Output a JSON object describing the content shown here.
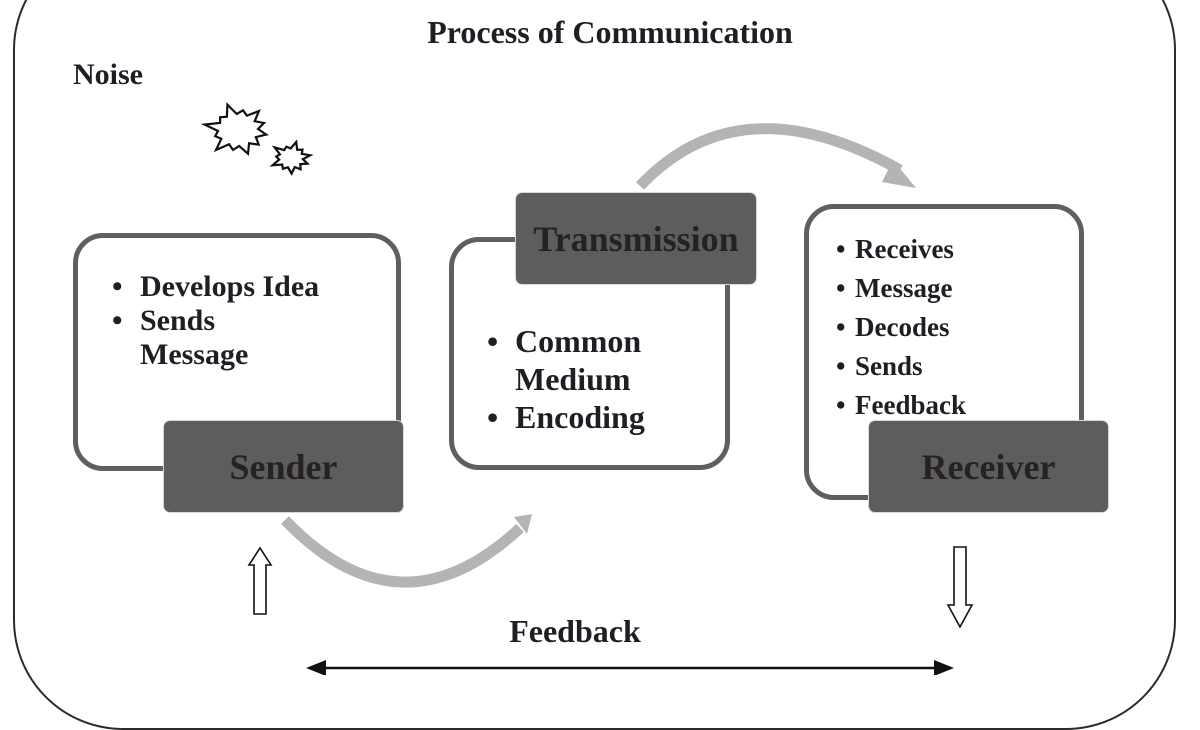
{
  "diagram": {
    "title": "Process of Communication",
    "noise_label": "Noise",
    "feedback_label": "Feedback",
    "colors": {
      "label_fill": "#5d5d5d",
      "card_border": "#5f5f5f",
      "flow_arrow": "#b4b4b4",
      "frame": "#2b2b2b"
    },
    "sender": {
      "label": "Sender",
      "bullets": [
        "Develops Idea",
        "Sends Message"
      ],
      "bullet_lines": [
        [
          "Develops Idea"
        ],
        [
          "Sends",
          "Message"
        ]
      ]
    },
    "transmission": {
      "label": "Transmission",
      "bullets": [
        "Common Medium",
        "Encoding"
      ],
      "bullet_lines": [
        [
          "Common",
          "Medium"
        ],
        [
          "Encoding"
        ]
      ]
    },
    "receiver": {
      "label": "Receiver",
      "bullets": [
        "Receives",
        "Message",
        "Decodes",
        "Sends",
        "Feedback"
      ]
    },
    "bullet_char": "•",
    "icons": {
      "noise": "explosion-burst-icon",
      "flow_arrows": "curved-arrow-icon",
      "feedback_in": "hollow-up-arrow-icon",
      "feedback_out": "hollow-down-arrow-icon",
      "feedback_line": "double-headed-arrow-icon"
    }
  }
}
